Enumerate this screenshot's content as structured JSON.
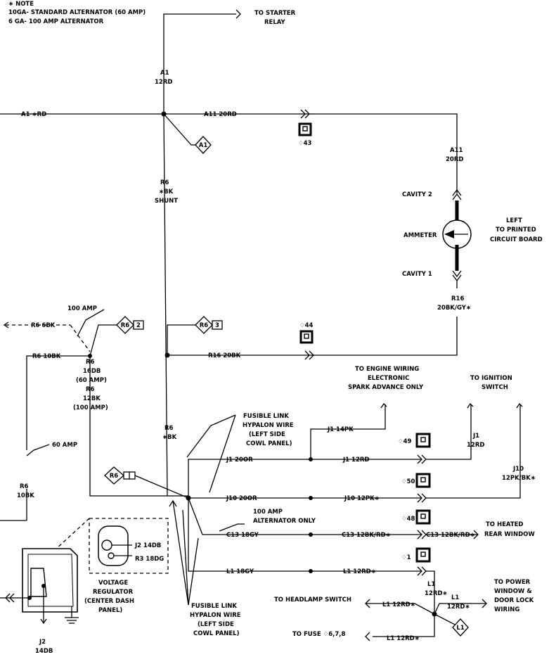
{
  "note": {
    "title": "∗ NOTE",
    "line1": "10GA- STANDARD ALTERNATOR (60 AMP)",
    "line2": "6 GA- 100 AMP ALTERNATOR"
  },
  "labels": {
    "to_starter": "TO STARTER",
    "relay": "RELAY",
    "a1": "A1",
    "a1_12rd": "12RD",
    "a1_rd": "A1 ∗RD",
    "a11_20rd": "A11 20RD",
    "conn43": "♢43",
    "a11": "A11",
    "a11_20rd_v": "20RD",
    "r6_top": "R6",
    "r6_bk": "∗BK",
    "shunt": "SHUNT",
    "cavity2": "CAVITY 2",
    "ammeter": "AMMETER",
    "cavity1": "CAVITY 1",
    "left": "LEFT",
    "to_printed": "TO PRINTED",
    "circuit_board": "CIRCUIT BOARD",
    "r16": "R16",
    "r16_wire": "20BK/GY∗",
    "amp100": "100 AMP",
    "r6_6bk": "R6 6BK",
    "r6_10bk": "R6 10BK",
    "r6_mid": "R6",
    "r6_16db": "16DB",
    "amp60p": "(60 AMP)",
    "r6_mid2": "R6",
    "r6_12bk": "12BK",
    "amp100p": "(100 AMP)",
    "conn44": "♢44",
    "r16_20bk": "R16 20BK",
    "to_engine": "TO ENGINE WIRING",
    "electronic": "ELECTRONIC",
    "spark": "SPARK ADVANCE ONLY",
    "to_ignition": "TO IGNITION",
    "switch": "SWITCH",
    "amp60": "60 AMP",
    "r6_left": "R6",
    "r6_left_wire": "10BK",
    "r6_bot": "R6",
    "r6_bot_bk": "∗BK",
    "fusible_top1": "FUSIBLE LINK",
    "fusible_top2": "HYPALON WIRE",
    "fusible_top3": "(LEFT SIDE",
    "fusible_top4": "COWL PANEL)",
    "j1_14pk": "J1 14PK",
    "conn49": "♢49",
    "j1_right": "J1",
    "j1_right_wire": "12RD",
    "j1_20or": "J1 20OR",
    "j1_12rd": "J1 12RD",
    "j10_right": "J10",
    "j10_right_wire": "12PK/BK∗",
    "conn50": "♢50",
    "j10_20or": "J10 20OR",
    "j10_12pk": "J10 12PK∗",
    "amp100_alt1": "100 AMP",
    "amp100_alt2": "ALTERNATOR ONLY",
    "conn48": "♢48",
    "c13_18gy": "C13 18GY",
    "c13_12bk": "C13 12BK/RD∗",
    "c13_12bk2": "C13 12BK/RD∗",
    "to_heated": "TO HEATED",
    "rear_window": "REAR WINDOW",
    "conn1": "♢1",
    "l1_18gy": "L1 18GY",
    "l1_12rd": "L1 12RD∗",
    "j2_14db": "J2 14DB",
    "r3_18dg": "R3 18DG",
    "vr1": "VOLTAGE",
    "vr2": "REGULATOR",
    "vr3": "(CENTER DASH",
    "vr4": "PANEL)",
    "j2": "J2",
    "j2_wire": "14DB",
    "fusible_bot1": "FUSIBLE LINK",
    "fusible_bot2": "HYPALON WIRE",
    "fusible_bot3": "(LEFT SIDE",
    "fusible_bot4": "COWL PANEL)",
    "to_headlamp": "TO HEADLAMP SWITCH",
    "l1_12rd_head": "L1 12RD∗",
    "l1_v": "L1",
    "l1_v_wire": "12RD∗",
    "l1_r": "L1",
    "l1_r_wire": "12RD∗",
    "to_power": "TO POWER",
    "window_door": "WINDOW &",
    "door_lock": "DOOR LOCK",
    "wiring": "WIRING",
    "to_fuse": "TO FUSE ♢6,7,8",
    "l1_12rd_fuse": "L1 12RD∗"
  },
  "tags": {
    "a1": "A1",
    "r6_2": "R6",
    "r6_2n": "2",
    "r6_3": "R6",
    "r6_3n": "3",
    "r6_conn": "R6",
    "l1": "L1"
  }
}
